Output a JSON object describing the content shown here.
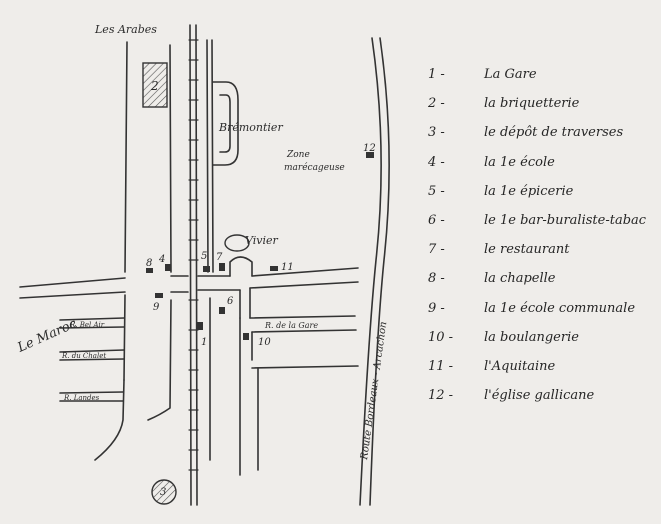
{
  "map": {
    "labels": {
      "north": "Les Arabes",
      "district": "Brémontier",
      "zone_line1": "Zone",
      "zone_line2": "marécageuse",
      "vivier": "Vivier",
      "west": "Le Maroc",
      "route": "Route Bordeaux - Arcachon",
      "street_gare": "R. de la Gare",
      "street_bel_air": "R. Bel Air",
      "street_chalet": "R. du Chalet",
      "street_landes": "R. Landes"
    },
    "markers": [
      "1",
      "2",
      "3",
      "4",
      "5",
      "6",
      "7",
      "8",
      "9",
      "10",
      "11",
      "12"
    ]
  },
  "legend": [
    {
      "num": "1 -",
      "label": "La Gare"
    },
    {
      "num": "2 -",
      "label": "la briquetterie"
    },
    {
      "num": "3 -",
      "label": "le dépôt de traverses"
    },
    {
      "num": "4 -",
      "label": "la 1e école"
    },
    {
      "num": "5 -",
      "label": "la 1e épicerie"
    },
    {
      "num": "6 -",
      "label": "le 1e bar-buraliste-tabac"
    },
    {
      "num": "7 -",
      "label": "le restaurant"
    },
    {
      "num": "8 -",
      "label": "la chapelle"
    },
    {
      "num": "9 -",
      "label": "la 1e école communale"
    },
    {
      "num": "10 -",
      "label": "la boulangerie"
    },
    {
      "num": "11 -",
      "label": "l'Aquitaine"
    },
    {
      "num": "12 -",
      "label": "l'église gallicane"
    }
  ]
}
